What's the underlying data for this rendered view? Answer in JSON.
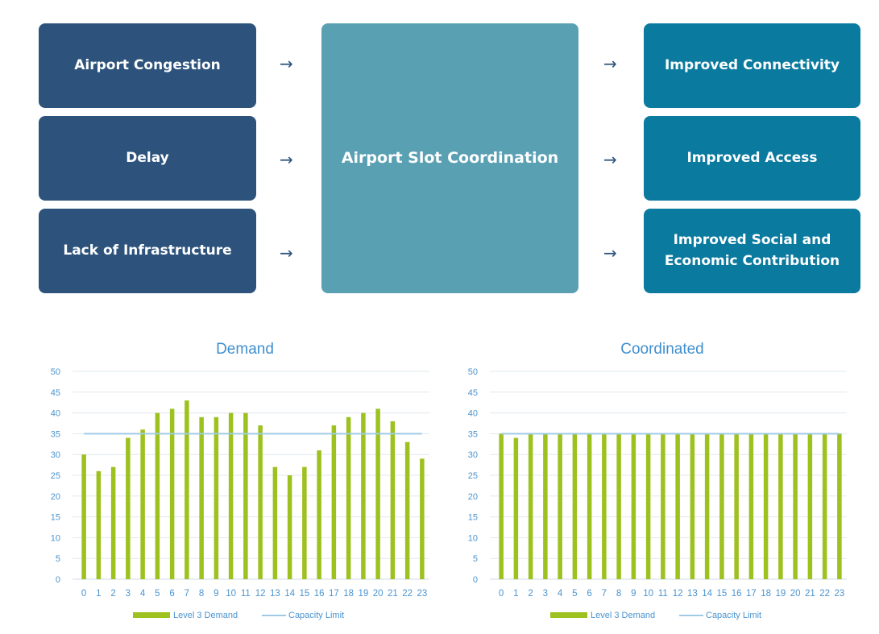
{
  "diagram": {
    "causes": [
      "Airport Congestion",
      "Delay",
      "Lack of Infrastructure"
    ],
    "center": "Airport Slot Coordination",
    "outcomes": [
      "Improved Connectivity",
      "Improved Access",
      "Improved Social and Economic Contribution"
    ],
    "arrow_glyph": "→",
    "colors": {
      "cause": "#2d537c",
      "center": "#5aa0b3",
      "outcome": "#0b7a9f"
    }
  },
  "chart_data": [
    {
      "type": "bar",
      "title": "Demand",
      "categories": [
        "0",
        "1",
        "2",
        "3",
        "4",
        "5",
        "6",
        "7",
        "8",
        "9",
        "10",
        "11",
        "12",
        "13",
        "14",
        "15",
        "16",
        "17",
        "18",
        "19",
        "20",
        "21",
        "22",
        "23"
      ],
      "series": [
        {
          "name": "Level 3 Demand",
          "type": "bar",
          "color": "#9dc11f",
          "values": [
            30,
            26,
            27,
            34,
            36,
            40,
            41,
            43,
            39,
            39,
            40,
            40,
            37,
            27,
            25,
            27,
            31,
            37,
            39,
            40,
            41,
            38,
            33,
            29
          ]
        },
        {
          "name": "Capacity Limit",
          "type": "line",
          "color": "#9fcbe6",
          "values": [
            35,
            35,
            35,
            35,
            35,
            35,
            35,
            35,
            35,
            35,
            35,
            35,
            35,
            35,
            35,
            35,
            35,
            35,
            35,
            35,
            35,
            35,
            35,
            35
          ]
        }
      ],
      "ylim": [
        0,
        50
      ],
      "yticks": [
        0,
        5,
        10,
        15,
        20,
        25,
        30,
        35,
        40,
        45,
        50
      ],
      "grid": true,
      "legend": "bottom"
    },
    {
      "type": "bar",
      "title": "Coordinated",
      "categories": [
        "0",
        "1",
        "2",
        "3",
        "4",
        "5",
        "6",
        "7",
        "8",
        "9",
        "10",
        "11",
        "12",
        "13",
        "14",
        "15",
        "16",
        "17",
        "18",
        "19",
        "20",
        "21",
        "22",
        "23"
      ],
      "series": [
        {
          "name": "Level 3 Demand",
          "type": "bar",
          "color": "#9dc11f",
          "values": [
            35,
            34,
            35,
            35,
            35,
            35,
            35,
            35,
            35,
            35,
            35,
            35,
            35,
            35,
            35,
            35,
            35,
            35,
            35,
            35,
            35,
            35,
            35,
            35
          ]
        },
        {
          "name": "Capacity Limit",
          "type": "line",
          "color": "#9fcbe6",
          "values": [
            35,
            35,
            35,
            35,
            35,
            35,
            35,
            35,
            35,
            35,
            35,
            35,
            35,
            35,
            35,
            35,
            35,
            35,
            35,
            35,
            35,
            35,
            35,
            35
          ]
        }
      ],
      "ylim": [
        0,
        50
      ],
      "yticks": [
        0,
        5,
        10,
        15,
        20,
        25,
        30,
        35,
        40,
        45,
        50
      ],
      "grid": true,
      "legend": "bottom"
    }
  ]
}
